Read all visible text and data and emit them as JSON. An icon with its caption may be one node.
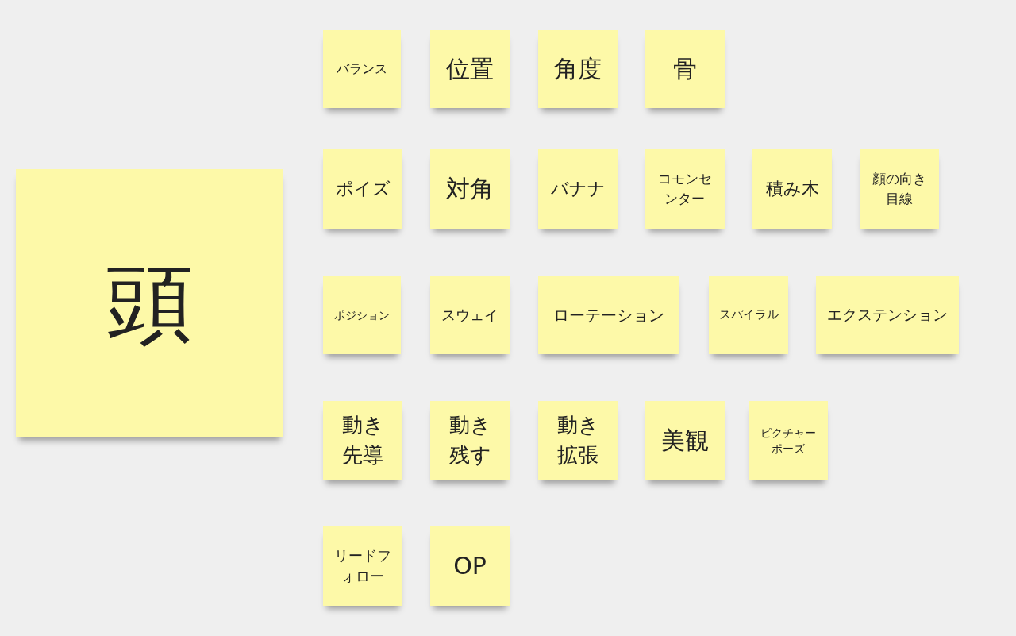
{
  "diagram": {
    "nodes": [
      {
        "text": [
          "頭"
        ]
      },
      {
        "text": [
          "バランス"
        ]
      },
      {
        "text": [
          "位置"
        ]
      },
      {
        "text": [
          "角度"
        ]
      },
      {
        "text": [
          "骨"
        ]
      },
      {
        "text": [
          "ポイズ"
        ]
      },
      {
        "text": [
          "対角"
        ]
      },
      {
        "text": [
          "バナナ"
        ]
      },
      {
        "text": [
          "コモンセンター"
        ]
      },
      {
        "text": [
          "積み木"
        ]
      },
      {
        "text": [
          "顔の向き目線"
        ]
      },
      {
        "text": [
          "ポジション"
        ]
      },
      {
        "text": [
          "スウェイ"
        ]
      },
      {
        "text": [
          "ローテーション"
        ]
      },
      {
        "text": [
          "スパイラル"
        ]
      },
      {
        "text": [
          "エクステンション"
        ]
      },
      {
        "text": [
          "動き先導"
        ]
      },
      {
        "text": [
          "動き残す"
        ]
      },
      {
        "text": [
          "動き拡張"
        ]
      },
      {
        "text": [
          "美観"
        ]
      },
      {
        "text": [
          "ピクチャーポーズ"
        ]
      },
      {
        "text": [
          "リードフォロー"
        ]
      },
      {
        "text": [
          "OP"
        ]
      }
    ]
  }
}
